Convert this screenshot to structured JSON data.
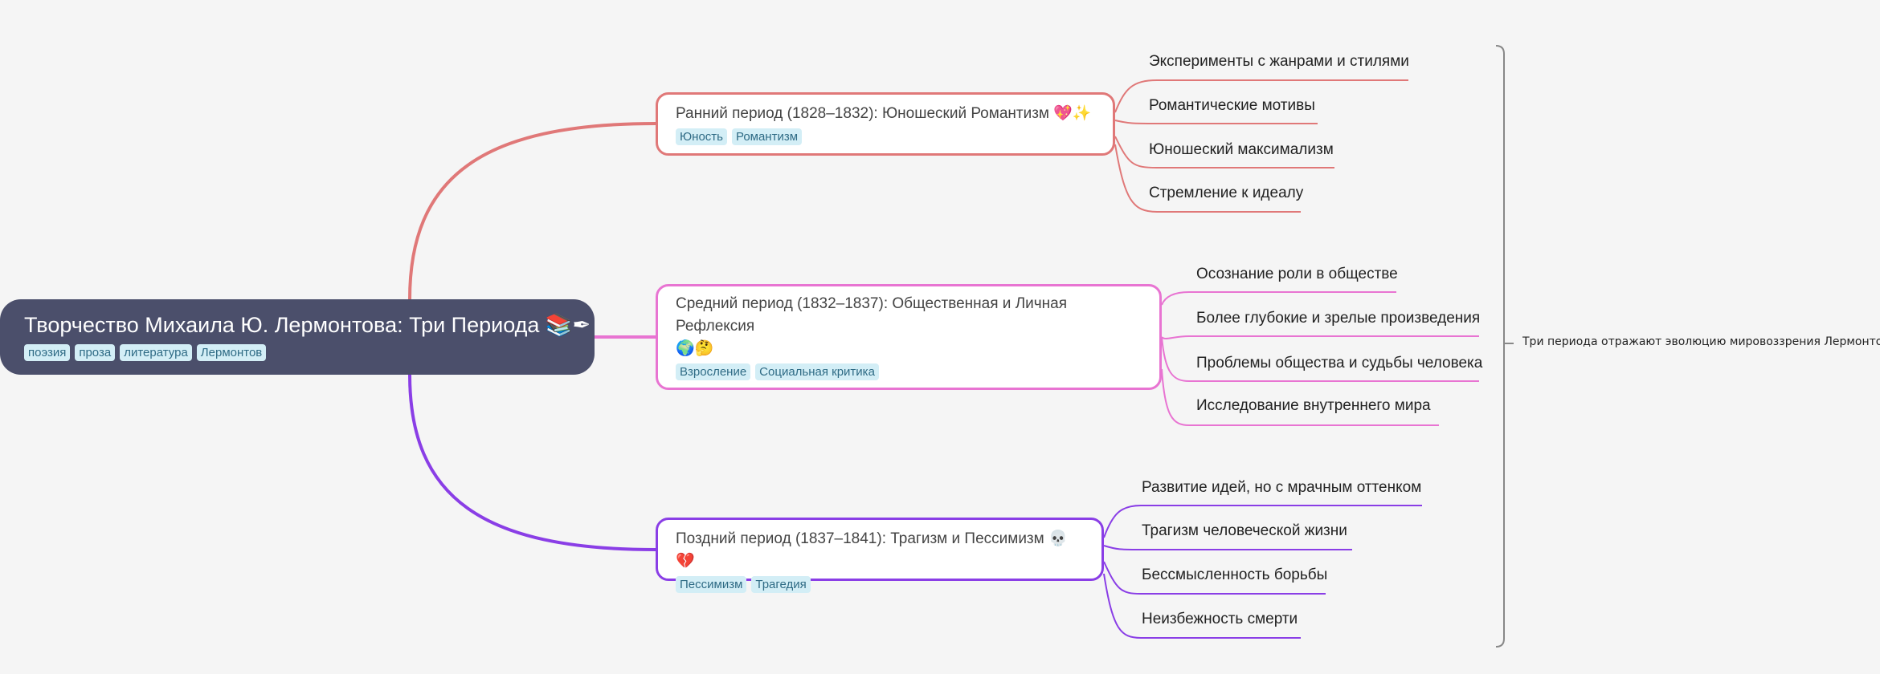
{
  "root": {
    "title": "Творчество Михаила Ю. Лермонтова: Три Периода 📚✒",
    "tags": [
      "поэзия",
      "проза",
      "литература",
      "Лермонтов"
    ]
  },
  "branches": [
    {
      "title": "Ранний период (1828–1832): Юношеский Романтизм 💖✨",
      "tags": [
        "Юность",
        "Романтизм"
      ],
      "color": "#e07878",
      "leaves": [
        "Эксперименты с жанрами и стилями",
        "Романтические мотивы",
        "Юношеский максимализм",
        "Стремление к идеалу"
      ]
    },
    {
      "title": "Средний период (1832–1837): Общественная и Личная Рефлексия",
      "emoji": "🌍🤔",
      "tags": [
        "Взросление",
        "Социальная критика"
      ],
      "color": "#e874d2",
      "leaves": [
        "Осознание роли в обществе",
        "Более глубокие и зрелые произведения",
        "Проблемы общества и судьбы человека",
        "Исследование внутреннего мира"
      ]
    },
    {
      "title": "Поздний период (1837–1841): Трагизм и Пессимизм 💀💔",
      "tags": [
        "Пессимизм",
        "Трагедия"
      ],
      "color": "#8a3ee6",
      "leaves": [
        "Развитие идей, но с мрачным оттенком",
        "Трагизм человеческой жизни",
        "Бессмысленность борьбы",
        "Неизбежность смерти"
      ]
    }
  ],
  "summary": "Три периода отражают эволюцию мировоззрения Лермонтова"
}
